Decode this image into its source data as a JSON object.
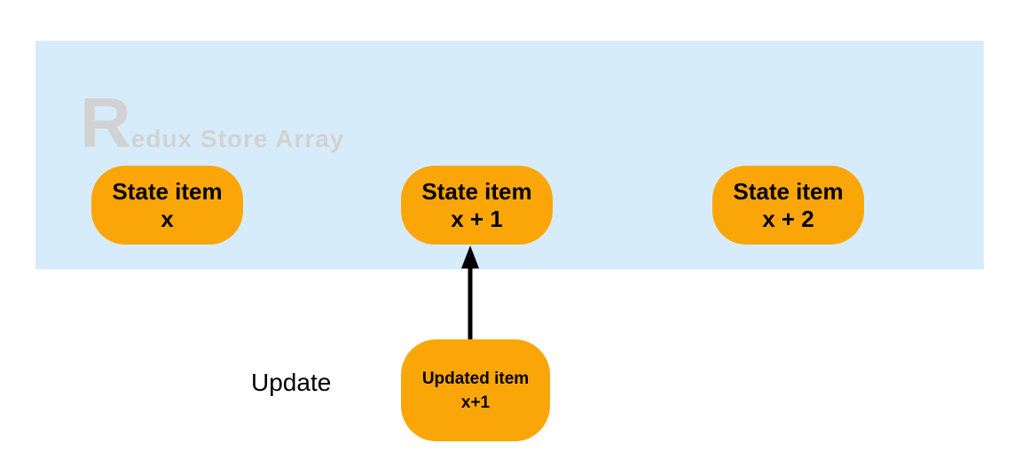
{
  "diagram": {
    "container": {
      "title_initial": "R",
      "title_rest": "edux Store Array"
    },
    "store_items": [
      {
        "line1": "State item",
        "line2": "x"
      },
      {
        "line1": "State item",
        "line2": "x + 1"
      },
      {
        "line1": "State item",
        "line2": "x + 2"
      }
    ],
    "updated_item": {
      "line1": "Updated item",
      "line2": "x+1"
    },
    "action_label": "Update",
    "arrow": {
      "direction": "up",
      "from": "updated-item-node",
      "to": "state-item-x1-node"
    },
    "colors": {
      "store_fill": "#D7ECFB",
      "node_fill": "#FBA608",
      "node_text": "#000000",
      "title_text": "#D2D2D2",
      "arrow": "#000000"
    }
  }
}
